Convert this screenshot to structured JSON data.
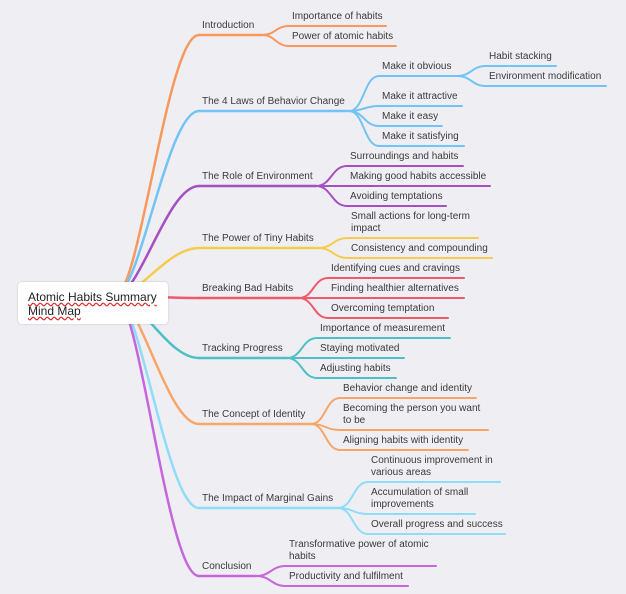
{
  "root": {
    "label": "Atomic Habits Summary Mind Map"
  },
  "branches": [
    {
      "id": "introduction",
      "label": "Introduction",
      "color": "#f7995c",
      "children": [
        {
          "id": "importance-of-habits",
          "label": "Importance of habits"
        },
        {
          "id": "power-of-atomic-habits",
          "label": "Power of atomic habits"
        }
      ]
    },
    {
      "id": "four-laws",
      "label": "The 4 Laws of Behavior Change",
      "color": "#73c4f5",
      "children": [
        {
          "id": "make-it-obvious",
          "label": "Make it obvious",
          "children": [
            {
              "id": "habit-stacking",
              "label": "Habit stacking"
            },
            {
              "id": "environment-modification",
              "label": "Environment modification"
            }
          ]
        },
        {
          "id": "make-it-attractive",
          "label": "Make it attractive"
        },
        {
          "id": "make-it-easy",
          "label": "Make it easy"
        },
        {
          "id": "make-it-satisfying",
          "label": "Make it satisfying"
        }
      ]
    },
    {
      "id": "role-of-environment",
      "label": "The Role of Environment",
      "color": "#a54fc2",
      "children": [
        {
          "id": "surroundings-and-habits",
          "label": "Surroundings and habits"
        },
        {
          "id": "making-good-habits-accessible",
          "label": "Making good habits accessible"
        },
        {
          "id": "avoiding-temptations",
          "label": "Avoiding temptations"
        }
      ]
    },
    {
      "id": "power-of-tiny-habits",
      "label": "The Power of Tiny Habits",
      "color": "#f6cc4e",
      "children": [
        {
          "id": "small-actions",
          "label": "Small actions for long-term impact"
        },
        {
          "id": "consistency-and-compounding",
          "label": "Consistency and compounding"
        }
      ]
    },
    {
      "id": "breaking-bad-habits",
      "label": "Breaking Bad Habits",
      "color": "#f0596a",
      "children": [
        {
          "id": "identifying-cues",
          "label": "Identifying cues and cravings"
        },
        {
          "id": "finding-alternatives",
          "label": "Finding healthier alternatives"
        },
        {
          "id": "overcoming-temptation",
          "label": "Overcoming temptation"
        }
      ]
    },
    {
      "id": "tracking-progress",
      "label": "Tracking Progress",
      "color": "#4dbfc7",
      "children": [
        {
          "id": "importance-of-measurement",
          "label": "Importance of measurement"
        },
        {
          "id": "staying-motivated",
          "label": "Staying motivated"
        },
        {
          "id": "adjusting-habits",
          "label": "Adjusting habits"
        }
      ]
    },
    {
      "id": "concept-of-identity",
      "label": "The Concept of Identity",
      "color": "#f7a66a",
      "children": [
        {
          "id": "behavior-change-and-identity",
          "label": "Behavior change and identity"
        },
        {
          "id": "becoming-the-person",
          "label": "Becoming the person you want to be"
        },
        {
          "id": "aligning-habits-with-identity",
          "label": "Aligning habits with identity"
        }
      ]
    },
    {
      "id": "marginal-gains",
      "label": "The Impact of Marginal Gains",
      "color": "#8fdcf8",
      "children": [
        {
          "id": "continuous-improvement",
          "label": "Continuous improvement in various areas"
        },
        {
          "id": "accumulation-of-small-improvements",
          "label": "Accumulation of small improvements"
        },
        {
          "id": "overall-progress",
          "label": "Overall progress and success"
        }
      ]
    },
    {
      "id": "conclusion",
      "label": "Conclusion",
      "color": "#c566dc",
      "children": [
        {
          "id": "transformative-power",
          "label": "Transformative power of atomic habits"
        },
        {
          "id": "productivity-and-fulfilment",
          "label": "Productivity and fulfilment"
        }
      ]
    }
  ]
}
